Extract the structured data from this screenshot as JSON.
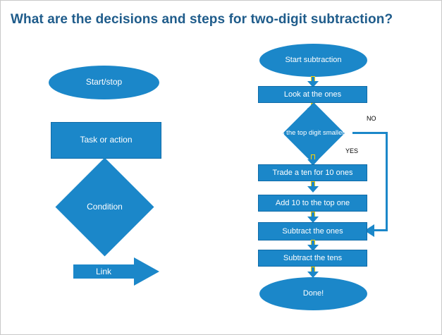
{
  "page": {
    "title": "What are the decisions and steps for two-digit subtraction?",
    "title_color": "#1f5c8b",
    "shape_fill": "#1b87c9",
    "arrow_outline": "#ffd200",
    "background": "#ffffff"
  },
  "legend": {
    "items": [
      {
        "label": "Start/stop",
        "shape": "ellipse"
      },
      {
        "label": "Task or action",
        "shape": "rectangle"
      },
      {
        "label": "Condition",
        "shape": "diamond"
      },
      {
        "label": "Link",
        "shape": "arrow"
      }
    ]
  },
  "flowchart": {
    "nodes": [
      {
        "id": "start",
        "label": "Start subtraction",
        "shape": "ellipse"
      },
      {
        "id": "ones",
        "label": "Look at the ones",
        "shape": "rectangle"
      },
      {
        "id": "decision",
        "label": "Is the top digit smaller?",
        "shape": "diamond"
      },
      {
        "id": "trade",
        "label": "Trade a ten for 10 ones",
        "shape": "rectangle"
      },
      {
        "id": "add10",
        "label": "Add 10 to the top one",
        "shape": "rectangle"
      },
      {
        "id": "subones",
        "label": "Subtract the ones",
        "shape": "rectangle"
      },
      {
        "id": "subtens",
        "label": "Subtract the tens",
        "shape": "rectangle"
      },
      {
        "id": "done",
        "label": "Done!",
        "shape": "ellipse"
      }
    ],
    "branch_labels": {
      "no": "NO",
      "yes": "YES"
    }
  }
}
